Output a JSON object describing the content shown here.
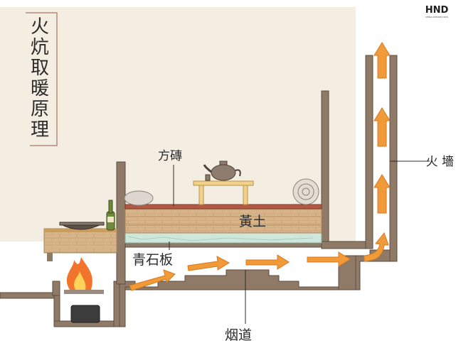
{
  "title": "火炕取暖原理",
  "brand": {
    "logo": "HND",
    "tagline": "CHINA NATURE DOCS"
  },
  "labels": {
    "fang_zhuan": "方磚",
    "huang_tu": "黃土",
    "qing_shi_ban": "青石板",
    "yan_dao": "烟道",
    "huo_qiang": "火 墻"
  },
  "colors": {
    "paper": "#f4ede2",
    "wall": "#8f7a67",
    "wall_outline": "#5e4c3f",
    "clay": "#e2c79a",
    "brick": "#b25a43",
    "stone": "#cfe6dc",
    "arrow": "#f09a3a",
    "fire": "#f2742c"
  }
}
